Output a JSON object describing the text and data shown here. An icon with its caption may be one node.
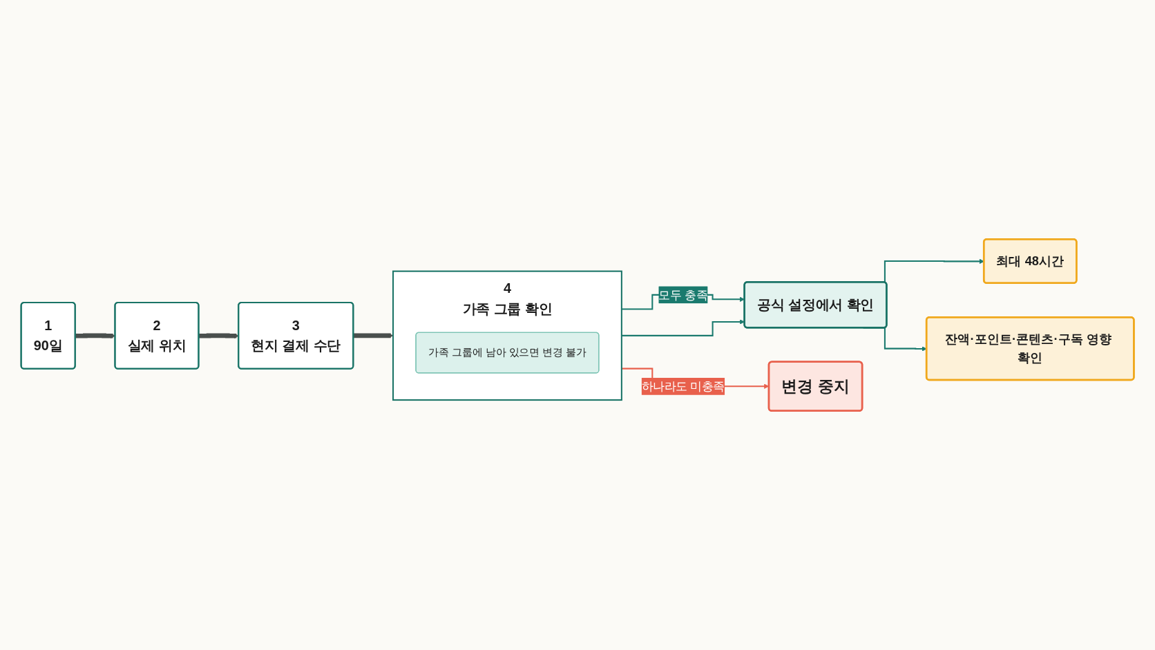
{
  "diagram": {
    "nodes": [
      {
        "text": [
          "1",
          "90일"
        ]
      },
      {
        "text": [
          "2",
          "실제 위치"
        ]
      },
      {
        "text": [
          "3",
          "현지 결제 수단"
        ]
      },
      {
        "text": [
          "4",
          "가족 그룹 확인"
        ]
      },
      {
        "text": [
          "가족 그룹에 남아 있으면 변경 불가"
        ],
        "in": 3
      },
      {
        "text": [
          "공식 설정에서 확인"
        ]
      },
      {
        "text": [
          "최대 48시간"
        ]
      },
      {
        "text": [
          "잔액·포인트·콘텐츠·구독 영향 확인"
        ]
      },
      {
        "text": [
          "변경 중지"
        ]
      }
    ],
    "edges": [
      {
        "from": 0,
        "to": 1,
        "arrow": "to",
        "style": "thick",
        "color": "#4a4f4d"
      },
      {
        "from": 1,
        "to": 2,
        "arrow": "to",
        "style": "thick",
        "color": "#4a4f4d"
      },
      {
        "from": 2,
        "to": 3,
        "arrow": "to",
        "style": "thick",
        "color": "#4a4f4d"
      },
      {
        "from": 3,
        "to": 5,
        "arrow": "to",
        "label": "모두 충족"
      },
      {
        "from": 3,
        "to": 5,
        "arrow": "to"
      },
      {
        "from": 5,
        "to": 6,
        "arrow": "to"
      },
      {
        "from": 5,
        "to": 7,
        "arrow": "to"
      },
      {
        "from": 3,
        "to": 8,
        "arrow": "to",
        "label": "하나라도 미충족",
        "color": "#e8604c"
      }
    ]
  }
}
